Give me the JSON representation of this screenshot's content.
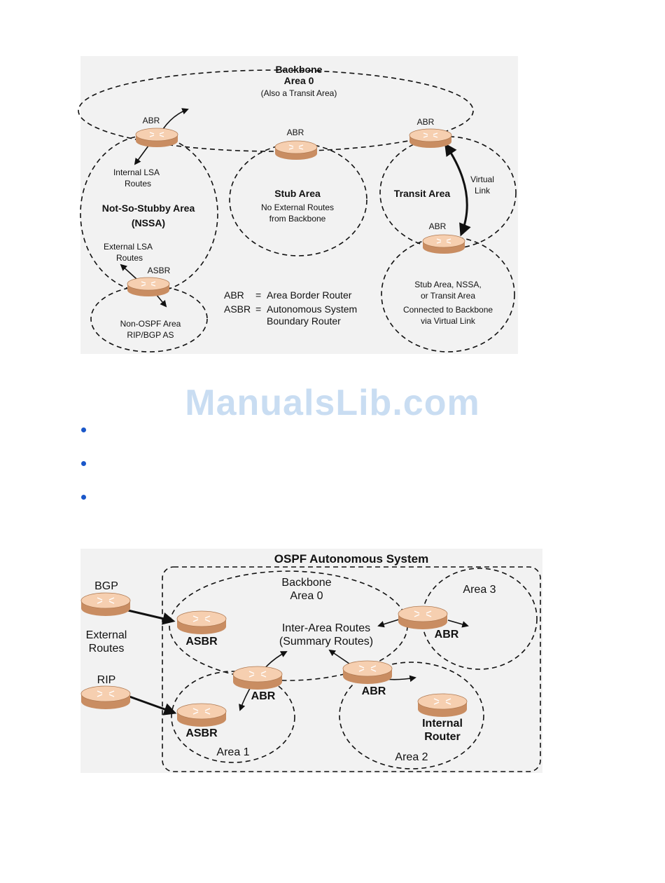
{
  "figure1": {
    "backbone": {
      "title_line1": "Backbone",
      "title_line2": "Area 0",
      "subtitle": "(Also a Transit Area)"
    },
    "routers": {
      "abr_left": "ABR",
      "abr_mid": "ABR",
      "abr_right": "ABR",
      "abr_lower": "ABR",
      "asbr": "ASBR"
    },
    "nssa": {
      "label_line1": "Not-So-Stubby Area",
      "label_line2": "(NSSA)",
      "internal_lsa_line1": "Internal LSA",
      "internal_lsa_line2": "Routes",
      "external_lsa_line1": "External LSA",
      "external_lsa_line2": "Routes"
    },
    "stub": {
      "title": "Stub Area",
      "line1": "No External Routes",
      "line2": "from Backbone"
    },
    "transit": {
      "title": "Transit Area",
      "virtual_line1": "Virtual",
      "virtual_line2": "Link"
    },
    "non_ospf": {
      "line1": "Non-OSPF Area",
      "line2": "RIP/BGP AS"
    },
    "connected": {
      "line1": "Stub Area, NSSA,",
      "line2": "or Transit  Area",
      "line3": "Connected to Backbone",
      "line4": "via Virtual Link"
    },
    "legend": {
      "abr_key": "ABR",
      "abr_eq": "=",
      "abr_def": "Area Border Router",
      "asbr_key": "ASBR",
      "asbr_eq": "=",
      "asbr_def_line1": "Autonomous System",
      "asbr_def_line2": "Boundary Router"
    }
  },
  "watermark": "ManualsLib.com",
  "figure2": {
    "title": "OSPF Autonomous System",
    "backbone_line1": "Backbone",
    "backbone_line2": "Area 0",
    "bgp": "BGP",
    "rip": "RIP",
    "external_line1": "External",
    "external_line2": "Routes",
    "asbr_top": "ASBR",
    "asbr_bottom": "ASBR",
    "inter_area_line1": "Inter-Area Routes",
    "inter_area_line2": "(Summary Routes)",
    "abr_area3": "ABR",
    "abr_area1": "ABR",
    "abr_area2": "ABR",
    "area1": "Area 1",
    "area2": "Area 2",
    "area3": "Area 3",
    "internal_line1": "Internal",
    "internal_line2": "Router"
  },
  "colors": {
    "router_top": "#f6cfb0",
    "router_side": "#c98d62",
    "watermark": "#c9ddf2",
    "bullet": "#1a57c9"
  }
}
